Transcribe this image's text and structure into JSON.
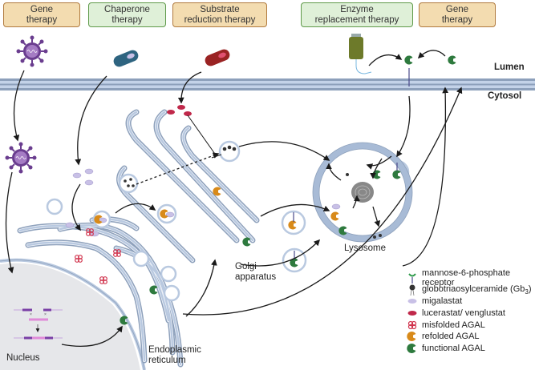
{
  "therapies": [
    {
      "line1": "Gene",
      "line2": "therapy",
      "style": "tan"
    },
    {
      "line1": "Chaperone",
      "line2": "therapy",
      "style": "green"
    },
    {
      "line1": "Substrate",
      "line2": "reduction therapy",
      "style": "tan"
    },
    {
      "line1": "Enzyme",
      "line2": "replacement therapy",
      "style": "green"
    },
    {
      "line1": "Gene",
      "line2": "therapy",
      "style": "tan"
    }
  ],
  "regions": {
    "lumen": "Lumen",
    "cytosol": "Cytosol"
  },
  "organelles": {
    "lysosome": "Lysosome",
    "golgi_line1": "Golgi",
    "golgi_line2": "apparatus",
    "er_line1": "Endoplasmic",
    "er_line2": "reticulum",
    "nucleus": "Nucleus"
  },
  "legend": [
    {
      "icon": "mannose-6-phosphate-receptor",
      "label": "mannose-6-phosphate receptor"
    },
    {
      "icon": "globotriaosylceramide",
      "label": "globotriaosylceramide (Gb",
      "sub": "3",
      "suffix": ")"
    },
    {
      "icon": "migalastat",
      "label": "migalastat"
    },
    {
      "icon": "lucerastat-venglustat",
      "label": "lucerastat/ venglustat"
    },
    {
      "icon": "misfolded-agal",
      "label": "misfolded AGAL"
    },
    {
      "icon": "refolded-agal",
      "label": "refolded AGAL"
    },
    {
      "icon": "functional-agal",
      "label": "functional AGAL"
    }
  ],
  "colors": {
    "tan_box": "#f3dcb0",
    "tan_border": "#b07a3e",
    "green_box": "#dff0d8",
    "green_border": "#5f9a4a",
    "membrane": "#b9c9e0",
    "membrane_edge": "#8da0bb",
    "virus": "#6a3d8f",
    "migalastat": "#c8c0e6",
    "lucerastat": "#c0284a",
    "misfolded": "#d0304a",
    "refolded": "#d88a1a",
    "functional": "#2e7a3e"
  }
}
